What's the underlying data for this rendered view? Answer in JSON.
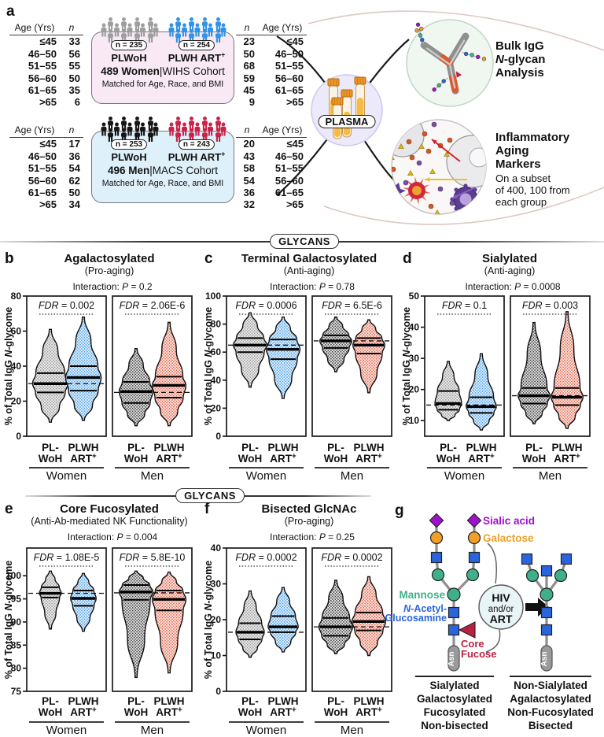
{
  "panel_a": {
    "letter": "a",
    "plasma_label": "PLASMA",
    "cohorts": [
      {
        "id": "women",
        "box_bg": "#f8e9f4",
        "left_table": {
          "headers": [
            "Age (Yrs)",
            "*n*"
          ],
          "rows": [
            [
              "≤45",
              "33"
            ],
            [
              "46–50",
              "56"
            ],
            [
              "51–55",
              "55"
            ],
            [
              "56–60",
              "50"
            ],
            [
              "61–65",
              "35"
            ],
            [
              ">65",
              "6"
            ]
          ]
        },
        "right_table": {
          "headers": [
            "*n*",
            "Age (Yrs)"
          ],
          "rows": [
            [
              "23",
              "≤45"
            ],
            [
              "50",
              "46–50"
            ],
            [
              "68",
              "51–55"
            ],
            [
              "59",
              "56–60"
            ],
            [
              "45",
              "61–65"
            ],
            [
              "9",
              ">65"
            ]
          ]
        },
        "groups": [
          {
            "pill": "n = 235",
            "name": "PLWoH",
            "color": "#9e9e9e"
          },
          {
            "pill": "n = 254",
            "name": "PLWH ART^+",
            "color": "#3093e6"
          }
        ],
        "count_bold": "489 Women",
        "cohort_rest": "WIHS Cohort",
        "matched": "Matched for Age, Race, and BMI"
      },
      {
        "id": "men",
        "box_bg": "#def0fa",
        "left_table": {
          "headers": [
            "Age (Yrs)",
            "*n*"
          ],
          "rows": [
            [
              "≤45",
              "17"
            ],
            [
              "46–50",
              "36"
            ],
            [
              "51–55",
              "54"
            ],
            [
              "56–60",
              "62"
            ],
            [
              "61–65",
              "50"
            ],
            [
              ">65",
              "34"
            ]
          ]
        },
        "right_table": {
          "headers": [
            "*n*",
            "Age (Yrs)"
          ],
          "rows": [
            [
              "20",
              "≤45"
            ],
            [
              "43",
              "46–50"
            ],
            [
              "58",
              "51–55"
            ],
            [
              "54",
              "56–60"
            ],
            [
              "36",
              "61–65"
            ],
            [
              "32",
              ">65"
            ]
          ]
        },
        "groups": [
          {
            "pill": "n = 253",
            "name": "PLWoH",
            "color": "#161616"
          },
          {
            "pill": "n = 243",
            "name": "PLWH ART^+",
            "color": "#c9234a"
          }
        ],
        "count_bold": "496 Men",
        "cohort_rest": "MACS Cohort",
        "matched": "Matched for Age, Race, and BMI"
      }
    ],
    "outputs": [
      {
        "title": [
          "Bulk IgG",
          "*N*-glycan",
          "Analysis"
        ],
        "subtitle": []
      },
      {
        "title": [
          "Inflammatory",
          "Aging",
          "Markers"
        ],
        "subtitle": [
          "On a subset",
          "of 400, 100 from",
          "each group"
        ]
      }
    ]
  },
  "banners": [
    {
      "label": "GLYCANS"
    },
    {
      "label": "GLYCANS"
    }
  ],
  "violin_colors": {
    "gray": {
      "dots": "#8c8c8c",
      "base": "#f3f3f3"
    },
    "blue": {
      "dots": "#3f99e9",
      "base": "#eaf4fd"
    },
    "black": {
      "dots": "#2b2b2b",
      "base": "#ececec"
    },
    "red": {
      "dots": "#e2573d",
      "base": "#fdeeea"
    }
  },
  "chart_data": [
    {
      "type": "violin",
      "letter": "b",
      "title": "Agalactosylated",
      "subtitle": "(Pro-aging)",
      "interaction": "Interaction: *P* = 0.2",
      "ylabel": "% of Total IgG *N*-glycome",
      "ylim": [
        0,
        80
      ],
      "yticks": [
        0,
        20,
        40,
        60,
        80
      ],
      "groups": [
        {
          "label": "Women",
          "fdr": "*FDR* = 0.002",
          "dashed": 30,
          "violins": [
            {
              "label": [
                "PL-",
                "WoH"
              ],
              "color_key": "gray",
              "w": 1,
              "min": 8,
              "q1": 25,
              "med": 30,
              "q3": 36,
              "max": 61
            },
            {
              "label": [
                "PLWH",
                "ART^+"
              ],
              "color_key": "blue",
              "w": 1,
              "min": 9,
              "q1": 26,
              "med": 33.5,
              "q3": 40,
              "max": 68
            }
          ]
        },
        {
          "label": "Men",
          "fdr": "*FDR* = 2.06E-6",
          "dashed": 25,
          "violins": [
            {
              "label": [
                "PL-",
                "WoH"
              ],
              "color_key": "black",
              "w": 0.95,
              "min": 6,
              "q1": 19,
              "med": 25.5,
              "q3": 31,
              "max": 50
            },
            {
              "label": [
                "PLWH",
                "ART^+"
              ],
              "color_key": "red",
              "w": 0.95,
              "min": 6,
              "q1": 22,
              "med": 29,
              "q3": 34,
              "max": 65
            }
          ]
        }
      ]
    },
    {
      "type": "violin",
      "letter": "c",
      "title": "Terminal Galactosylated",
      "subtitle": "(Anti-aging)",
      "interaction": "Interaction: *P* = 0.78",
      "ylabel": "% of Total IgG *N*-glycome",
      "ylim": [
        0,
        100
      ],
      "yticks": [
        0,
        20,
        40,
        60,
        80,
        100
      ],
      "groups": [
        {
          "label": "Women",
          "fdr": "*FDR* = 0.0006",
          "dashed": 65,
          "violins": [
            {
              "label": [
                "PL-",
                "WoH"
              ],
              "color_key": "gray",
              "w": 0.95,
              "min": 35,
              "q1": 60,
              "med": 65,
              "q3": 70,
              "max": 88
            },
            {
              "label": [
                "PLWH",
                "ART^+"
              ],
              "color_key": "blue",
              "w": 0.95,
              "min": 27,
              "q1": 55,
              "med": 62,
              "q3": 69,
              "max": 85
            }
          ]
        },
        {
          "label": "Men",
          "fdr": "*FDR* = 6.5E-6",
          "dashed": 68,
          "violins": [
            {
              "label": [
                "PL-",
                "WoH"
              ],
              "color_key": "black",
              "w": 0.9,
              "min": 46,
              "q1": 63,
              "med": 68,
              "q3": 72,
              "max": 85
            },
            {
              "label": [
                "PLWH",
                "ART^+"
              ],
              "color_key": "red",
              "w": 0.9,
              "min": 31,
              "q1": 59,
              "med": 65,
              "q3": 70,
              "max": 83
            }
          ]
        }
      ]
    },
    {
      "type": "violin",
      "letter": "d",
      "title": "Sialylated",
      "subtitle": "(Anti-aging)",
      "interaction": "Interaction: *P* = 0.0008",
      "ylabel": "% of Total IgG *N*-glycome",
      "ylim": [
        5,
        50
      ],
      "yticks": [
        10,
        20,
        30,
        40,
        50
      ],
      "groups": [
        {
          "label": "Women",
          "fdr": "*FDR* = 0.1",
          "dashed": 15,
          "violins": [
            {
              "label": [
                "PL-",
                "WoH"
              ],
              "color_key": "gray",
              "w": 0.75,
              "min": 10,
              "q1": 13.5,
              "med": 15.5,
              "q3": 19.5,
              "max": 29
            },
            {
              "label": [
                "PLWH",
                "ART^+"
              ],
              "color_key": "blue",
              "w": 0.85,
              "min": 7,
              "q1": 12.5,
              "med": 14.5,
              "q3": 17.5,
              "max": 31.5
            }
          ]
        },
        {
          "label": "Men",
          "fdr": "*FDR* = 0.003",
          "dashed": 18,
          "violins": [
            {
              "label": [
                "PL-",
                "WoH"
              ],
              "color_key": "black",
              "w": 0.9,
              "min": 9,
              "q1": 15.5,
              "med": 18,
              "q3": 20.5,
              "max": 41.5
            },
            {
              "label": [
                "PLWH",
                "ART^+"
              ],
              "color_key": "red",
              "w": 0.9,
              "min": 7.5,
              "q1": 15,
              "med": 17.5,
              "q3": 20.5,
              "max": 45
            }
          ]
        }
      ]
    },
    {
      "type": "violin",
      "letter": "e",
      "title": "Core Fucosylated",
      "subtitle": "(Anti-Ab-mediated NK Functionality)",
      "interaction": "Interaction: *P* = 0.004",
      "ylabel": "% of Total IgG *N*-glycome",
      "ylim": [
        75,
        106
      ],
      "yticks": [
        75,
        80,
        85,
        90,
        95,
        100
      ],
      "groups": [
        {
          "label": "Women",
          "fdr": "*FDR* = 1.08E-5",
          "dashed": 96.2,
          "violins": [
            {
              "label": [
                "PL-",
                "WoH"
              ],
              "color_key": "gray",
              "w": 0.62,
              "min": 88.5,
              "q1": 95.3,
              "med": 96.2,
              "q3": 97.5,
              "max": 101
            },
            {
              "label": [
                "PLWH",
                "ART^+"
              ],
              "color_key": "blue",
              "w": 0.72,
              "min": 88,
              "q1": 93.5,
              "med": 95.1,
              "q3": 96.8,
              "max": 100.5
            }
          ]
        },
        {
          "label": "Men",
          "fdr": "*FDR* = 5.8E-10",
          "dashed": 96.3,
          "violins": [
            {
              "label": [
                "PL-",
                "WoH"
              ],
              "color_key": "black",
              "w": 0.95,
              "min": 78,
              "q1": 94.8,
              "med": 96.5,
              "q3": 98,
              "max": 101
            },
            {
              "label": [
                "PLWH",
                "ART^+"
              ],
              "color_key": "red",
              "w": 0.95,
              "min": 79,
              "q1": 92.5,
              "med": 94.9,
              "q3": 96.8,
              "max": 100.8
            }
          ]
        }
      ]
    },
    {
      "type": "violin",
      "letter": "f",
      "title": "Bisected GlcNAc",
      "subtitle": "(Pro-aging)",
      "interaction": "Interaction: *P* = 0.25",
      "ylabel": "% of Total IgG *N*-glycome",
      "ylim": [
        0,
        40
      ],
      "yticks": [
        0,
        10,
        20,
        30,
        40
      ],
      "groups": [
        {
          "label": "Women",
          "fdr": "*FDR* = 0.0002",
          "dashed": 16.5,
          "violins": [
            {
              "label": [
                "PL-",
                "WoH"
              ],
              "color_key": "gray",
              "w": 0.8,
              "min": 9.5,
              "q1": 14.5,
              "med": 16.5,
              "q3": 19,
              "max": 28
            },
            {
              "label": [
                "PLWH",
                "ART^+"
              ],
              "color_key": "blue",
              "w": 0.85,
              "min": 11,
              "q1": 16.5,
              "med": 18,
              "q3": 21,
              "max": 29
            }
          ]
        },
        {
          "label": "Men",
          "fdr": "*FDR* = 0.0002",
          "dashed": 18,
          "violins": [
            {
              "label": [
                "PL-",
                "WoH"
              ],
              "color_key": "black",
              "w": 0.95,
              "min": 10.5,
              "q1": 15.5,
              "med": 18,
              "q3": 20.5,
              "max": 31
            },
            {
              "label": [
                "PLWH",
                "ART^+"
              ],
              "color_key": "red",
              "w": 0.95,
              "min": 10,
              "q1": 17,
              "med": 19.5,
              "q3": 22,
              "max": 32
            }
          ]
        }
      ]
    }
  ],
  "panel_g": {
    "letter": "g",
    "sialic_label": "Sialic acid",
    "galactose_label": "Galactose",
    "mannose_label": "Mannose",
    "glcnac_label": [
      "*N*-Acetyl-",
      "Glucosamine"
    ],
    "fucose_label": [
      "Core",
      "Fucose"
    ],
    "asn_label": "Asn",
    "hiv_lines": [
      "HIV",
      "and/or",
      "ART"
    ],
    "left_caption": [
      "Sialylated",
      "Galactosylated",
      "Fucosylated",
      "Non-bisected"
    ],
    "right_caption": [
      "Non-Sialylated",
      "Agalactosylated",
      "Non-Fucosylated",
      "Bisected"
    ],
    "colors": {
      "sialic": "#a010d0",
      "galactose": "#f0a028",
      "mannose": "#3fb08a",
      "glcnac": "#2a65dd",
      "fucose": "#bb2040"
    }
  }
}
